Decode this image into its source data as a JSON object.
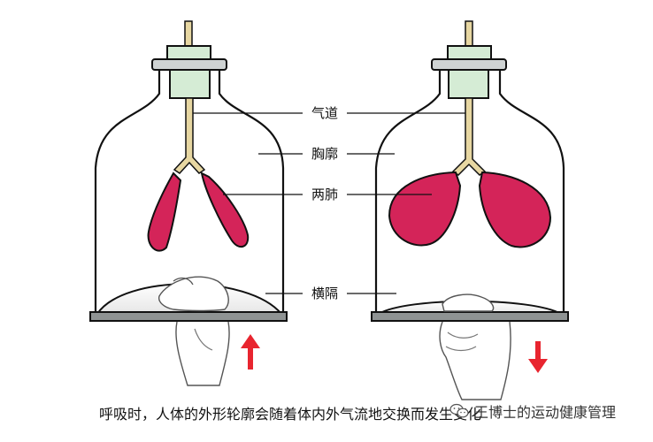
{
  "labels": {
    "airway": "气道",
    "thorax": "胸廓",
    "lungs": "两肺",
    "diaphragm": "横隔"
  },
  "caption": "呼吸时，人体的外形轮廓会随着体内外气流地交换而发生变化",
  "watermark": "王博士的运动健康管理",
  "colors": {
    "lung": "#d42459",
    "stopper": "#d5ecd5",
    "tube": "#e7d7a2",
    "arrow": "#e8252f",
    "glass": "#111111"
  },
  "icons": {
    "left_arrow": "arrow-up-icon",
    "right_arrow": "arrow-down-icon",
    "watermark": "wechat-icon"
  }
}
